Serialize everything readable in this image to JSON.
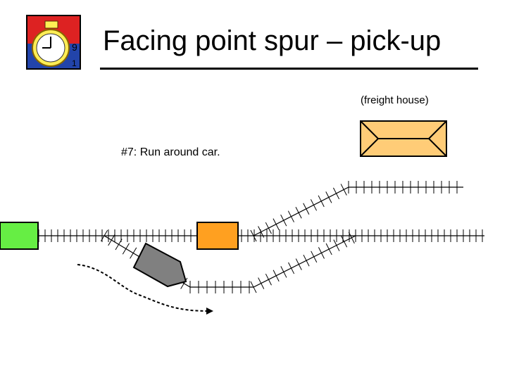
{
  "title": "Facing point spur – pick-up",
  "freight_house_label": "(freight house)",
  "step_label": "#7:  Run around car.",
  "icons": {
    "logo": "stopwatch-icon"
  },
  "colors": {
    "locomotive": "#66ee44",
    "car": "#ffa020",
    "freight_house": "#ffcc77",
    "engine_runaround": "#808080",
    "logo_red": "#dd2222",
    "logo_blue": "#2244aa",
    "logo_yellow": "#ffee55"
  }
}
